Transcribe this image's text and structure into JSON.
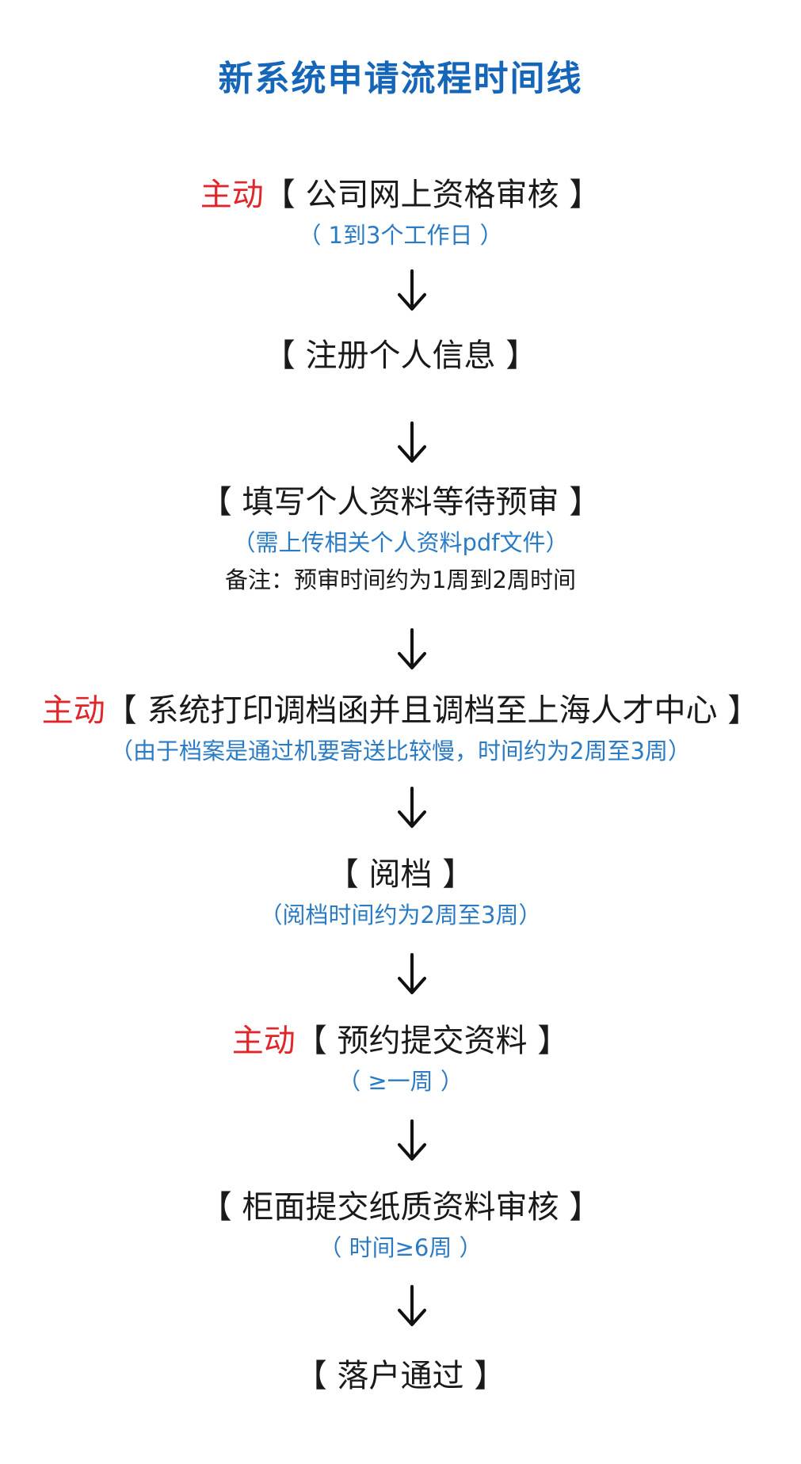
{
  "title": "新系统申请流程时间线",
  "colors": {
    "title": "#1565b8",
    "active_tag": "#e0262b",
    "sub_text": "#2a7bc4",
    "main_text": "#1a1a1a"
  },
  "arrow_icon": "down-arrow-icon",
  "steps": [
    {
      "active_tag": "主动",
      "label": "【 公司网上资格审核 】",
      "sub": "（ 1到3个工作日 ）",
      "note": ""
    },
    {
      "active_tag": "",
      "label": "【 注册个人信息 】",
      "sub": "",
      "note": ""
    },
    {
      "active_tag": "",
      "label": "【 填写个人资料等待预审 】",
      "sub": "（需上传相关个人资料pdf文件）",
      "note": "备注：预审时间约为1周到2周时间"
    },
    {
      "active_tag": "主动",
      "label": "【 系统打印调档函并且调档至上海人才中心 】",
      "sub": "（由于档案是通过机要寄送比较慢，时间约为2周至3周）",
      "note": ""
    },
    {
      "active_tag": "",
      "label": "【 阅档 】",
      "sub": "（阅档时间约为2周至3周）",
      "note": ""
    },
    {
      "active_tag": "主动",
      "label": "【 预约提交资料 】",
      "sub": "（ ≥一周 ）",
      "note": ""
    },
    {
      "active_tag": "",
      "label": "【 柜面提交纸质资料审核 】",
      "sub": "（ 时间≥6周 ）",
      "note": ""
    },
    {
      "active_tag": "",
      "label": "【 落户通过 】",
      "sub": "",
      "note": ""
    }
  ]
}
